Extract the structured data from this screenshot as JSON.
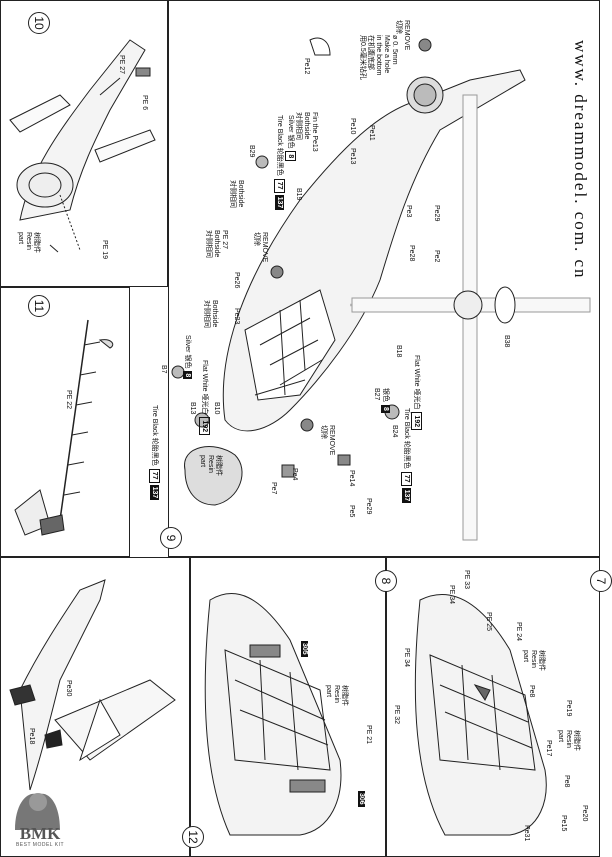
{
  "website": "www. dreammodel. com. cn",
  "brand": {
    "logo_text": "BMK",
    "tagline": "BEST MODEL KIT"
  },
  "steps": {
    "s10": {
      "number": "10",
      "labels": [
        "PE 27",
        "PE 6",
        "PE 19"
      ],
      "resin": [
        "树脂件",
        "Resin",
        "part"
      ]
    },
    "s11": {
      "number": "11",
      "labels": [
        "PE 22"
      ]
    },
    "s9": {
      "number": "9",
      "remove_top": [
        "REMOVE",
        "切除"
      ],
      "drill_note": [
        "ø 0. 5mm",
        "Make a hole",
        "in the bottom",
        "在机腹底部",
        "用0.5毫米钻孔"
      ],
      "labels_a": [
        "Pe12",
        "Pe13",
        "Pe11",
        "Pe3",
        "Pe29",
        "Pe2",
        "Pe28",
        "B38",
        "B18",
        "B27",
        "B24",
        "Pe14",
        "Pe29",
        "Pe5",
        "Pe4",
        "Pe7",
        "Pe23",
        "Pe26",
        "Pe10",
        "B29",
        "B19",
        "B13",
        "B7",
        "B10"
      ],
      "fin_note": [
        "Fin the Pe13",
        "对侧相同",
        "Bothside"
      ],
      "silver": [
        "银色",
        "Silver"
      ],
      "tire_black": [
        "轮胎黑色",
        "Tire Black"
      ],
      "flat_white": [
        "哑光白",
        "Flat White"
      ],
      "bothside": [
        "Bothside",
        "对侧相同"
      ],
      "pe27": [
        "PE 27",
        "Bothside",
        "对侧相同"
      ],
      "remove_mid": [
        "REMOVE",
        "切除"
      ],
      "remove_low": [
        "REMOVE",
        "切除"
      ],
      "resin": [
        "树脂件",
        "Resin",
        "part"
      ],
      "codes": {
        "c77": "77",
        "c137": "137",
        "c8": "8",
        "c192": "192"
      }
    },
    "s8": {
      "number": "8",
      "labels": [
        "PE 21"
      ],
      "resin": [
        "树脂件",
        "Resin",
        "part"
      ],
      "codes": [
        "305",
        "306"
      ]
    },
    "s7": {
      "number": "7",
      "labels": [
        "PE 33",
        "PE 34",
        "PE 25",
        "PE 24",
        "PE 34",
        "PE 32",
        "Pe8",
        "Pe19",
        "Pe17",
        "Pe8",
        "Pe15",
        "Pe20",
        "Pe31"
      ],
      "resin": [
        "树脂件",
        "Resin",
        "part"
      ]
    },
    "s12": {
      "number": "12",
      "labels": [
        "Pe30",
        "Pe18"
      ]
    }
  }
}
